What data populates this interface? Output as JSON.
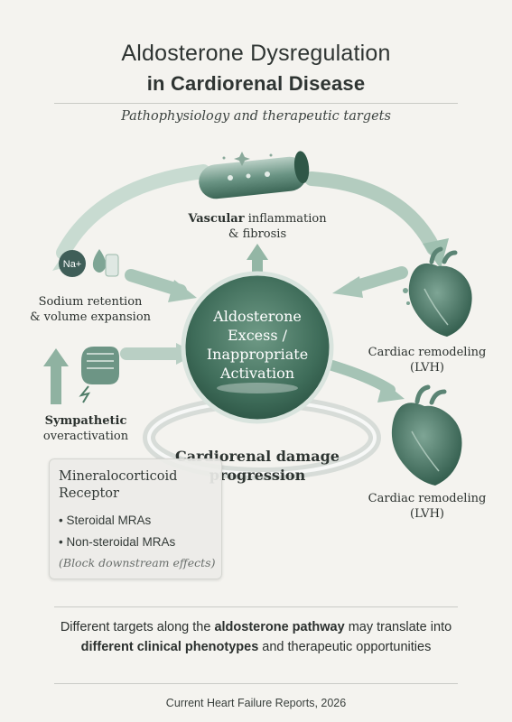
{
  "title": {
    "line1": "Aldosterone Dysregulation",
    "line2": "in Cardiorenal Disease"
  },
  "subtitle": "Pathophysiology and therapeutic targets",
  "core": {
    "line1": "Aldosterone",
    "line2": "Excess /",
    "line3": "Inappropriate",
    "line4": "Activation"
  },
  "nodes": {
    "vascular": {
      "line1_bold": "Vascular",
      "line1_rest": " inflammation",
      "line2": "& fibrosis"
    },
    "sodium": {
      "badge": "Na+",
      "line1": "Sodium retention",
      "line2": "& volume expansion"
    },
    "cardiac_upper": {
      "line1": "Cardiac remodeling",
      "line2": "(LVH)"
    },
    "cardiac_lower": {
      "line1": "Cardiac remodeling",
      "line2": "(LVH)"
    },
    "sympathetic": {
      "line1_bold": "Sympathetic",
      "line2": "overactivation"
    }
  },
  "damage": {
    "line1": "Cardiorenal damage",
    "line2": "progression"
  },
  "mr_box": {
    "title_line1": "Mineralocorticoid",
    "title_line2": "Receptor",
    "items": [
      "• Steroidal MRAs",
      "• Non-steroidal MRAs"
    ],
    "note": "(Block downstream effects)"
  },
  "footer": {
    "p1": "Different targets along the ",
    "b1": "aldosterone pathway",
    "p2": " may translate into ",
    "b2": "different clinical phenotypes",
    "p3": " and therapeutic opportunities"
  },
  "citation": "Current Heart Failure Reports, 2026",
  "colors": {
    "accent": "#4f7d68",
    "accent_dark": "#2f5a48",
    "arrow": "#8fb3a1"
  }
}
